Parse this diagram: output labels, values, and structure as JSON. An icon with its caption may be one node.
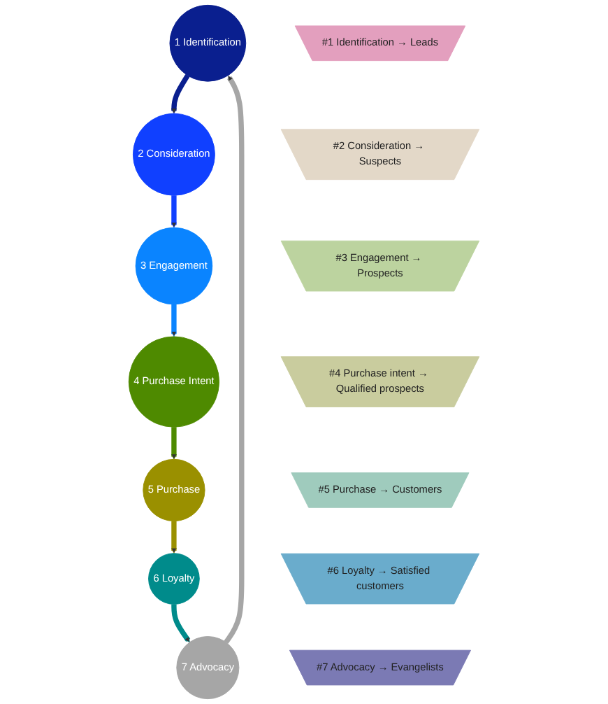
{
  "diagram": {
    "nodes": [
      {
        "text": [
          "1 Identification"
        ]
      },
      {
        "text": [
          "2 Consideration"
        ]
      },
      {
        "text": [
          "3 Engagement"
        ]
      },
      {
        "text": [
          "4 Purchase Intent"
        ]
      },
      {
        "text": [
          "5 Purchase"
        ]
      },
      {
        "text": [
          "6 Loyalty"
        ]
      },
      {
        "text": [
          "7 Advocacy"
        ]
      },
      {
        "text": [
          "#1 Identification → Leads"
        ]
      },
      {
        "text": [
          "#2 Consideration → Suspects"
        ]
      },
      {
        "text": [
          "#3 Engagement → Prospects"
        ]
      },
      {
        "text": [
          "#4 Purchase intent → Qualified prospects"
        ]
      },
      {
        "text": [
          "#5 Purchase → Customers"
        ]
      },
      {
        "text": [
          "#6 Loyalty → Satisfied customers"
        ]
      },
      {
        "text": [
          "#7 Advocacy → Evangelists"
        ]
      }
    ],
    "edges": [
      {
        "from": 0,
        "to": 1,
        "arrow": "to",
        "color": "#0a1f8f"
      },
      {
        "from": 1,
        "to": 2,
        "arrow": "to",
        "color": "#1040ff"
      },
      {
        "from": 2,
        "to": 3,
        "arrow": "to",
        "color": "#0a84ff"
      },
      {
        "from": 3,
        "to": 4,
        "arrow": "to",
        "color": "#4e8a00"
      },
      {
        "from": 4,
        "to": 5,
        "arrow": "to",
        "color": "#9a9000"
      },
      {
        "from": 5,
        "to": 6,
        "arrow": "to",
        "color": "#008b8b"
      },
      {
        "from": 6,
        "to": 0,
        "arrow": "to",
        "color": "#a6a6a6"
      }
    ]
  }
}
